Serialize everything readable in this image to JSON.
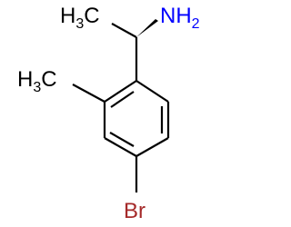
{
  "molecule": {
    "colors": {
      "bond": "#000000",
      "carbon_label": "#000000",
      "nitrogen_label": "#0000ff",
      "bromine_label": "#a52a2a"
    },
    "labels": {
      "methyl_top_main": "H",
      "methyl_top_sub": "3",
      "methyl_top_tail": "C",
      "amine_main": "NH",
      "amine_sub": "2",
      "methyl_ring_main": "H",
      "methyl_ring_sub": "3",
      "methyl_ring_tail": "C",
      "bromine": "Br"
    }
  }
}
